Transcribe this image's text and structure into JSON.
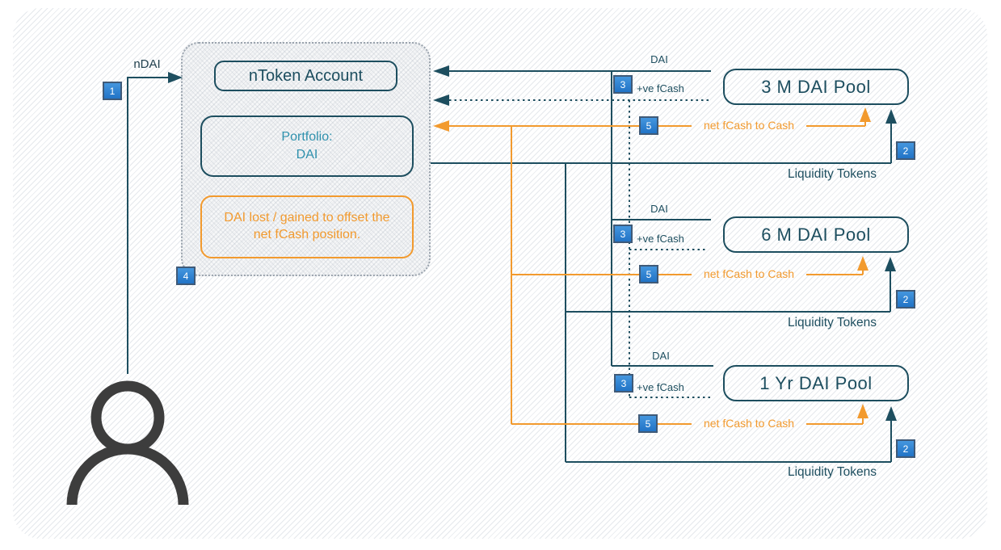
{
  "diagram": {
    "ndai_arrow_label": "nDAI",
    "ntoken_account_label": "nToken Account",
    "portfolio_label_line1": "Portfolio:",
    "portfolio_label_line2": "DAI",
    "note_line1": "DAI lost / gained to offset the",
    "note_line2": "net fCash position.",
    "badges": {
      "deposit": "1",
      "container": "4"
    },
    "pools": [
      {
        "name": "3 M DAI Pool",
        "dai_label": "DAI",
        "fcash_label": "+ve fCash",
        "net_fcash_label": "net fCash to Cash",
        "liquidity_label": "Liquidity Tokens",
        "badge_fcash": "3",
        "badge_net_fcash": "5",
        "badge_liquidity": "2"
      },
      {
        "name": "6 M DAI Pool",
        "dai_label": "DAI",
        "fcash_label": "+ve fCash",
        "net_fcash_label": "net fCash to Cash",
        "liquidity_label": "Liquidity Tokens",
        "badge_fcash": "3",
        "badge_net_fcash": "5",
        "badge_liquidity": "2"
      },
      {
        "name": "1 Yr DAI Pool",
        "dai_label": "DAI",
        "fcash_label": "+ve fCash",
        "net_fcash_label": "net fCash to Cash",
        "liquidity_label": "Liquidity Tokens",
        "badge_fcash": "3",
        "badge_net_fcash": "5",
        "badge_liquidity": "2"
      }
    ],
    "colors": {
      "teal": "#1d4e5f",
      "orange": "#f29a2e",
      "badge_blue": "#2d7fd0",
      "portfolio_text": "#2f91ad",
      "person": "#3d3d3d"
    }
  }
}
